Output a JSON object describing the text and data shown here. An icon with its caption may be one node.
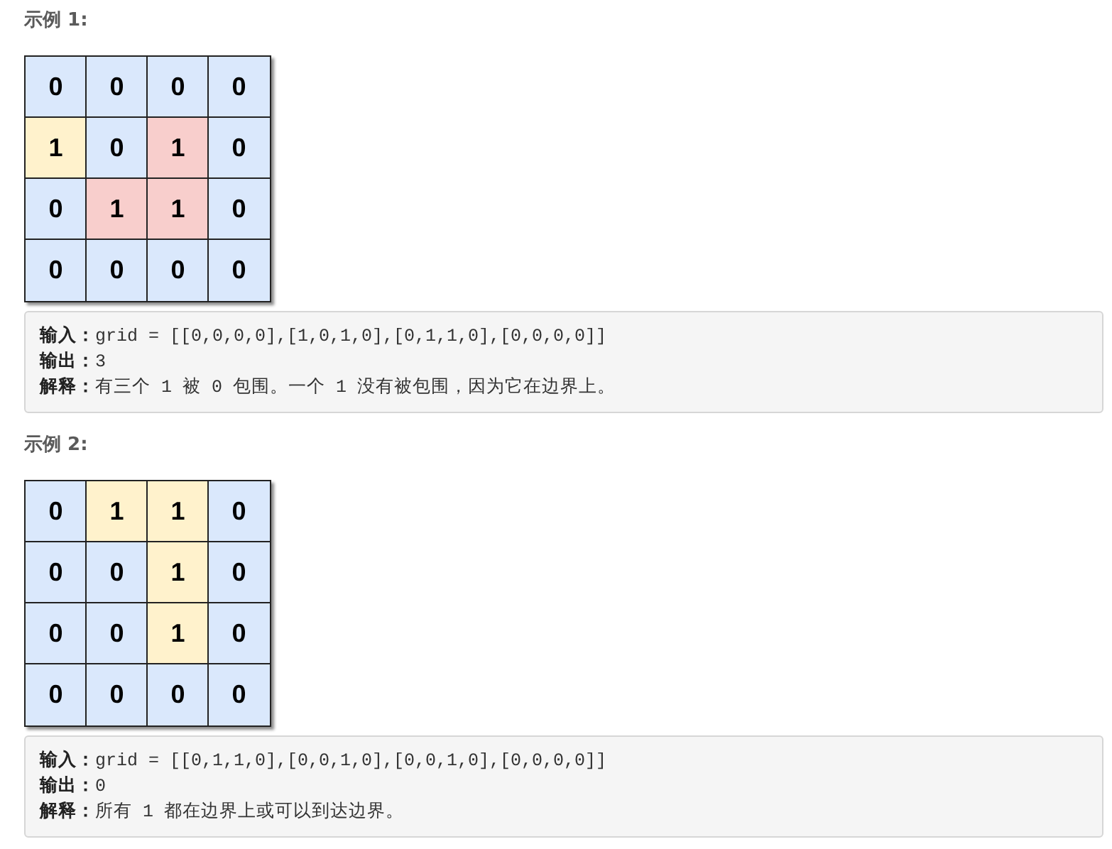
{
  "diagram": {
    "nodes": [
      {
        "text": [],
        "shape": "box"
      },
      {
        "text": [
          "0"
        ],
        "in": 0
      },
      {
        "text": [
          "0"
        ],
        "in": 0
      },
      {
        "text": [
          "0"
        ],
        "in": 0
      },
      {
        "text": [
          "0"
        ],
        "in": 0
      },
      {
        "text": [
          "1"
        ],
        "in": 0
      },
      {
        "text": [
          "0"
        ],
        "in": 0
      },
      {
        "text": [
          "1"
        ],
        "in": 0
      },
      {
        "text": [
          "0"
        ],
        "in": 0
      },
      {
        "text": [
          "0"
        ],
        "in": 0
      },
      {
        "text": [
          "1"
        ],
        "in": 0
      },
      {
        "text": [
          "1"
        ],
        "in": 0
      },
      {
        "text": [
          "0"
        ],
        "in": 0
      },
      {
        "text": [
          "0"
        ],
        "in": 0
      },
      {
        "text": [
          "0"
        ],
        "in": 0
      },
      {
        "text": [
          "0"
        ],
        "in": 0
      },
      {
        "text": [
          "0"
        ],
        "in": 0
      },
      {
        "text": [
          "**输入：**grid = [[0,0,0,0],[1,0,1,0],[0,1,1,0],[0,0,0,0]]",
          "**输出：**3",
          "**解释：**有三个 1 被 0 包围。一个 1 没有被包围，因为它在边界上。"
        ]
      },
      {
        "text": [],
        "shape": "box"
      },
      {
        "text": [
          "0"
        ],
        "in": 18
      },
      {
        "text": [
          "1"
        ],
        "in": 18
      },
      {
        "text": [
          "1"
        ],
        "in": 18
      },
      {
        "text": [
          "0"
        ],
        "in": 18
      },
      {
        "text": [
          "0"
        ],
        "in": 18
      },
      {
        "text": [
          "0"
        ],
        "in": 18
      },
      {
        "text": [
          "1"
        ],
        "in": 18
      },
      {
        "text": [
          "0"
        ],
        "in": 18
      },
      {
        "text": [
          "0"
        ],
        "in": 18
      },
      {
        "text": [
          "0"
        ],
        "in": 18
      },
      {
        "text": [
          "1"
        ],
        "in": 18
      },
      {
        "text": [
          "0"
        ],
        "in": 18
      },
      {
        "text": [
          "0"
        ],
        "in": 18
      },
      {
        "text": [
          "0"
        ],
        "in": 18
      },
      {
        "text": [
          "0"
        ],
        "in": 18
      },
      {
        "text": [
          "0"
        ],
        "in": 18
      },
      {
        "text": [
          "**输入：**grid = [[0,1,1,0],[0,0,1,0],[0,0,1,0],[0,0,0,0]]",
          "**输出：**0",
          "**解释：**所有 1 都在边界上或可以到达边界。"
        ]
      }
    ],
    "labels": [
      "示例 1:",
      "示例 2:"
    ]
  }
}
